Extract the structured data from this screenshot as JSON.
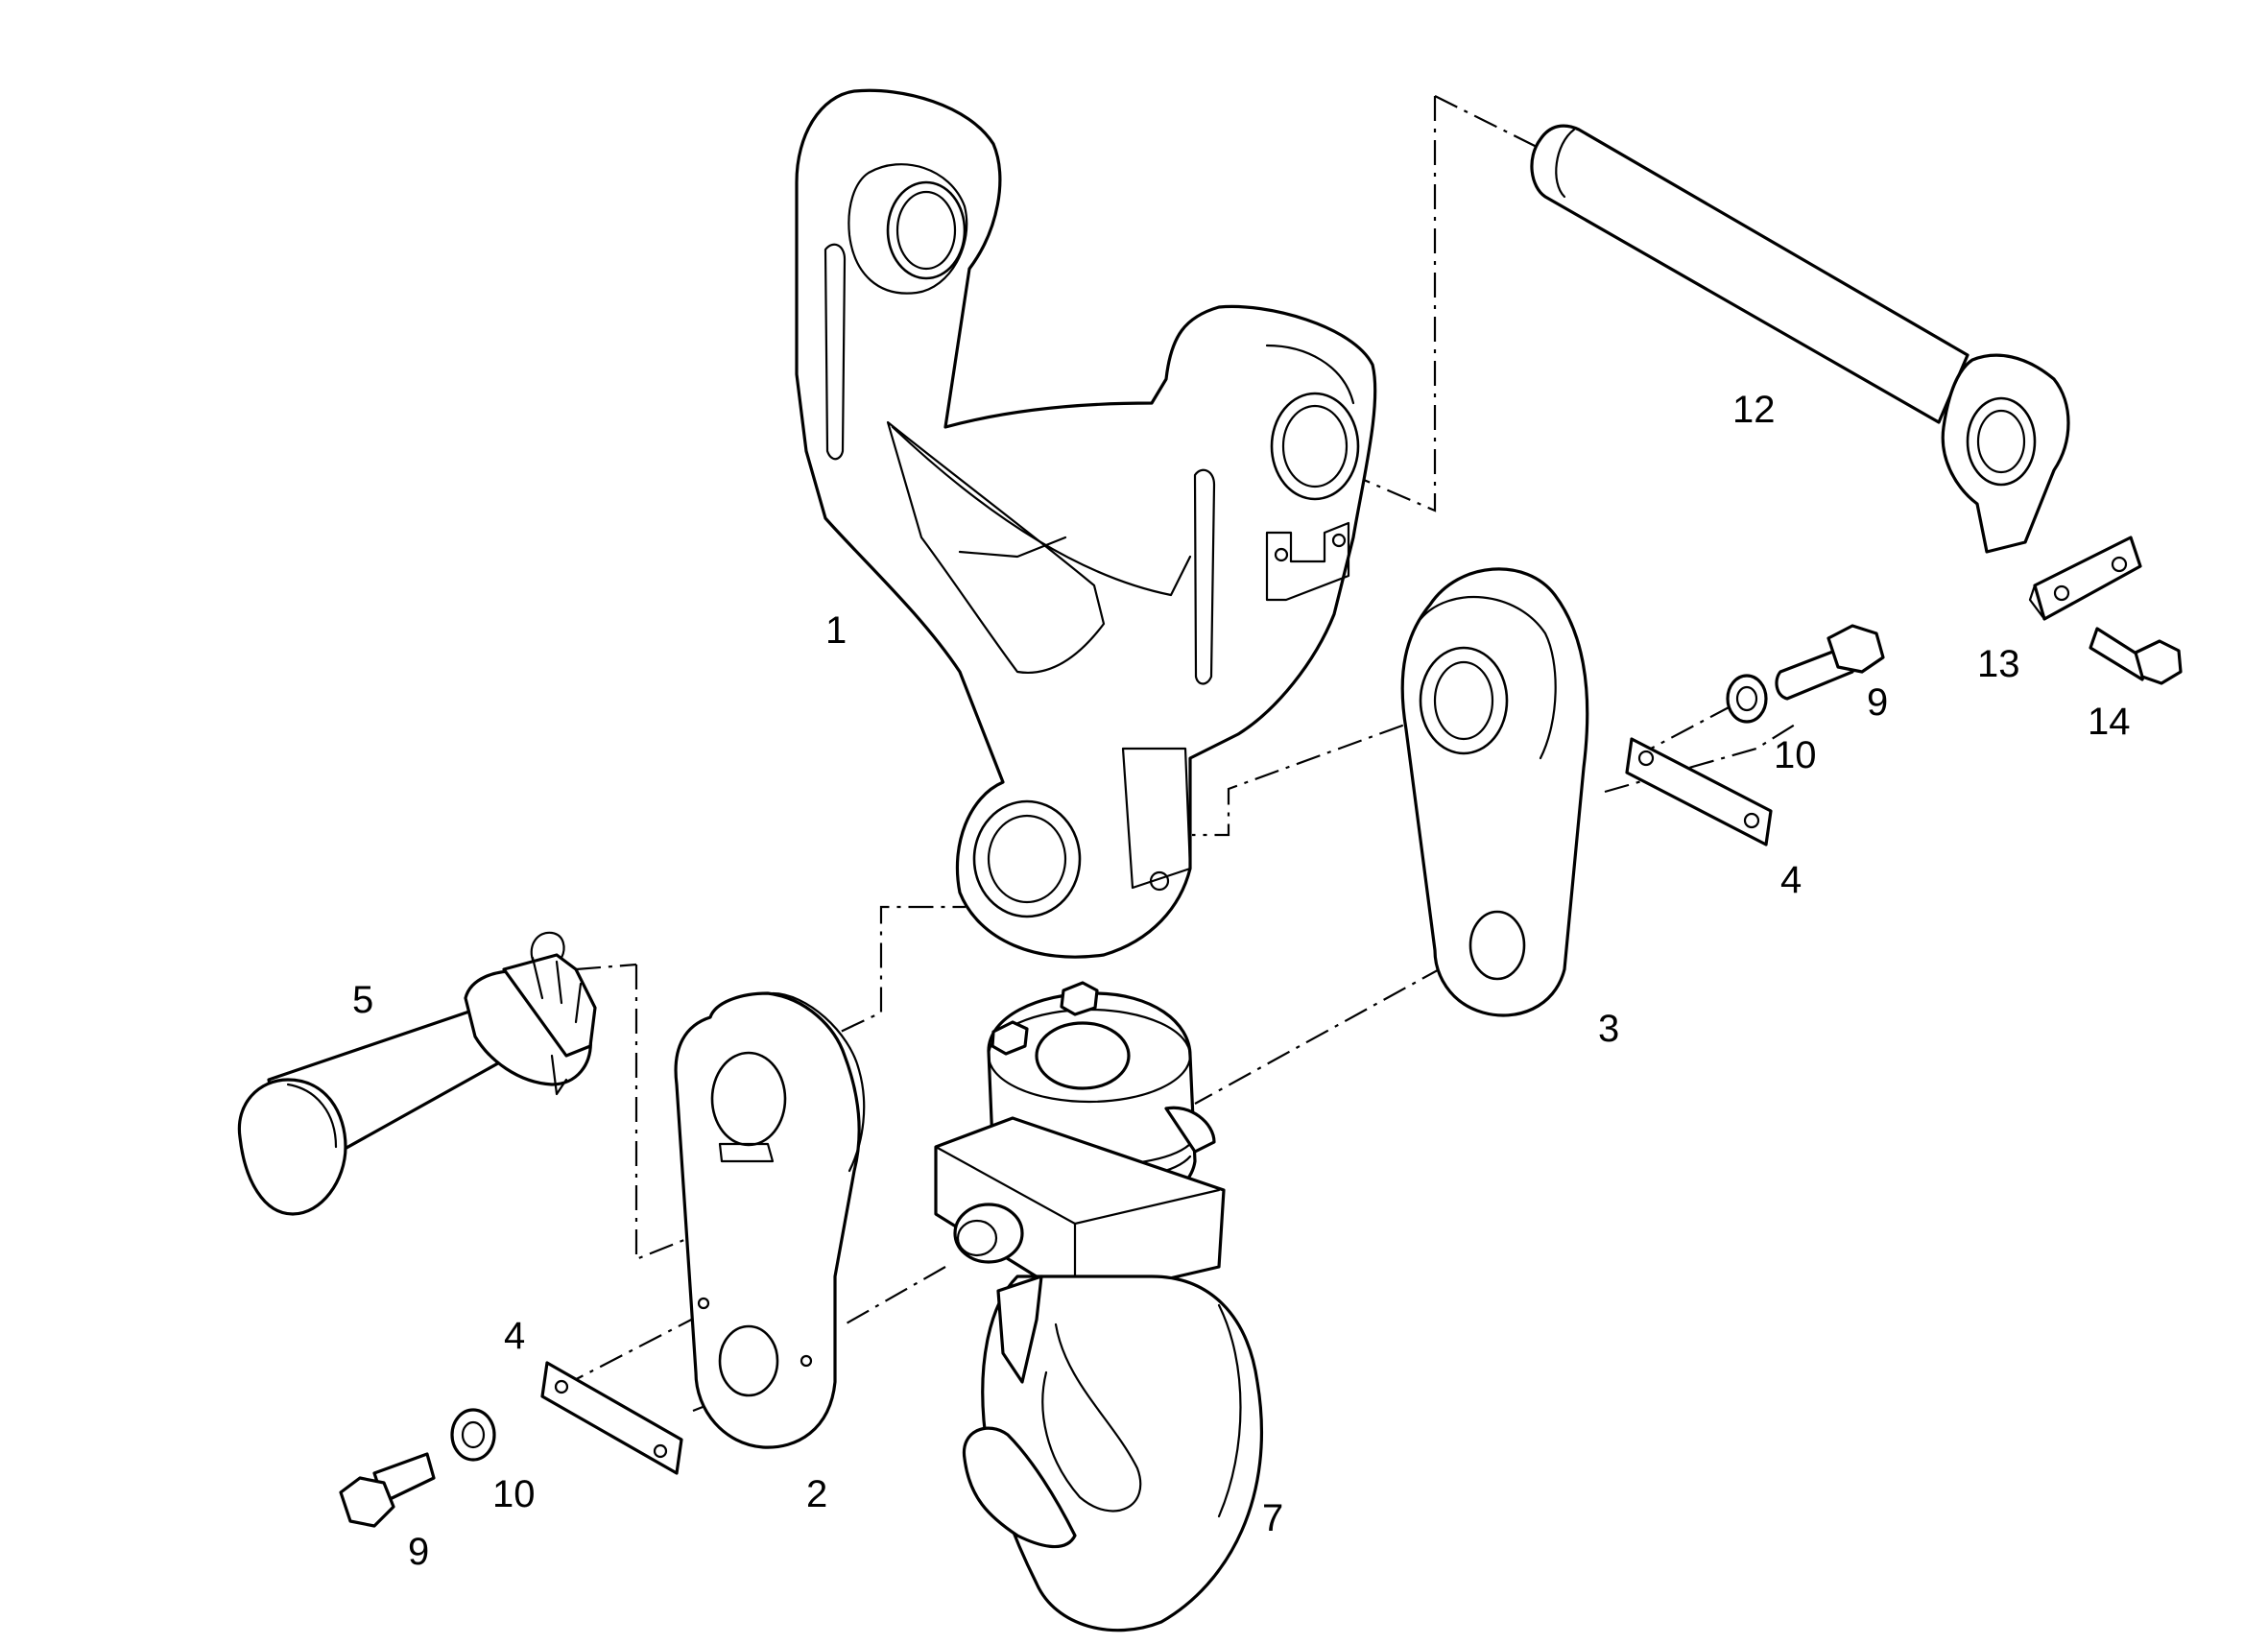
{
  "diagram": {
    "callouts": [
      {
        "id": "c1",
        "label": "1",
        "part": "yoke-frame"
      },
      {
        "id": "c2",
        "label": "2",
        "part": "side-plate-left"
      },
      {
        "id": "c3",
        "label": "3",
        "part": "side-plate-right"
      },
      {
        "id": "c4a",
        "label": "4",
        "part": "locking-plate-right"
      },
      {
        "id": "c4b",
        "label": "4",
        "part": "locking-plate-left"
      },
      {
        "id": "c5",
        "label": "5",
        "part": "hinge-pin"
      },
      {
        "id": "c7",
        "label": "7",
        "part": "hook-assembly"
      },
      {
        "id": "c9a",
        "label": "9",
        "part": "bolt-right"
      },
      {
        "id": "c9b",
        "label": "9",
        "part": "bolt-left"
      },
      {
        "id": "c10a",
        "label": "10",
        "part": "washer-right"
      },
      {
        "id": "c10b",
        "label": "10",
        "part": "washer-left"
      },
      {
        "id": "c12",
        "label": "12",
        "part": "main-pin"
      },
      {
        "id": "c13",
        "label": "13",
        "part": "retaining-plate"
      },
      {
        "id": "c14",
        "label": "14",
        "part": "bolt-retainer"
      }
    ]
  }
}
